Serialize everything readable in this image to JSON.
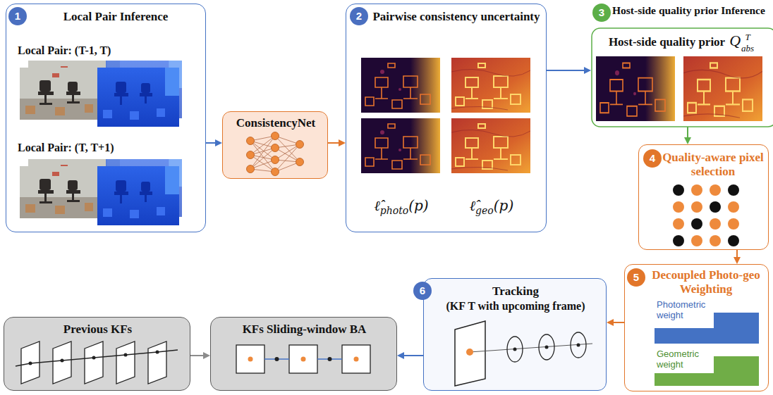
{
  "diagram": {
    "nodes": [
      {
        "text": [
          "Local Pair Inference",
          "Local Pair: (T-1, T)",
          "Local Pair: (T, T+1)"
        ]
      },
      {
        "text": [
          "ConsistencyNet"
        ]
      },
      {
        "text": [
          "Pairwise consistency uncertainty",
          "ℓ̂",
          "photo",
          "(p)",
          "ℓ̂",
          "geo",
          "(p)"
        ]
      },
      {
        "text": [
          "Host-side quality prior Inference",
          "Host-side quality prior",
          "Q",
          "T",
          "abs"
        ]
      },
      {
        "text": [
          "Quality-aware pixel selection"
        ]
      },
      {
        "text": [
          "Decoupled Photo-geo Weighting",
          "Photometric weight",
          "Geometric weight"
        ]
      },
      {
        "text": [
          "Tracking",
          "(KF T with upcoming frame)"
        ]
      },
      {
        "text": [
          "KFs Sliding-window BA"
        ]
      },
      {
        "text": [
          "Previous KFs"
        ]
      }
    ],
    "edges": [
      {
        "from": 0,
        "to": 1,
        "arrow": "to"
      },
      {
        "from": 1,
        "to": 2,
        "arrow": "to"
      },
      {
        "from": 2,
        "to": 3,
        "arrow": "to"
      },
      {
        "from": 3,
        "to": 4,
        "arrow": "to"
      },
      {
        "from": 4,
        "to": 5,
        "arrow": "to"
      },
      {
        "from": 5,
        "to": 6,
        "arrow": "to"
      },
      {
        "from": 6,
        "to": 7,
        "arrow": "to"
      },
      {
        "from": 8,
        "to": 7,
        "arrow": "to"
      }
    ],
    "labels": [
      "1",
      "2",
      "3",
      "4",
      "5",
      "6"
    ]
  }
}
